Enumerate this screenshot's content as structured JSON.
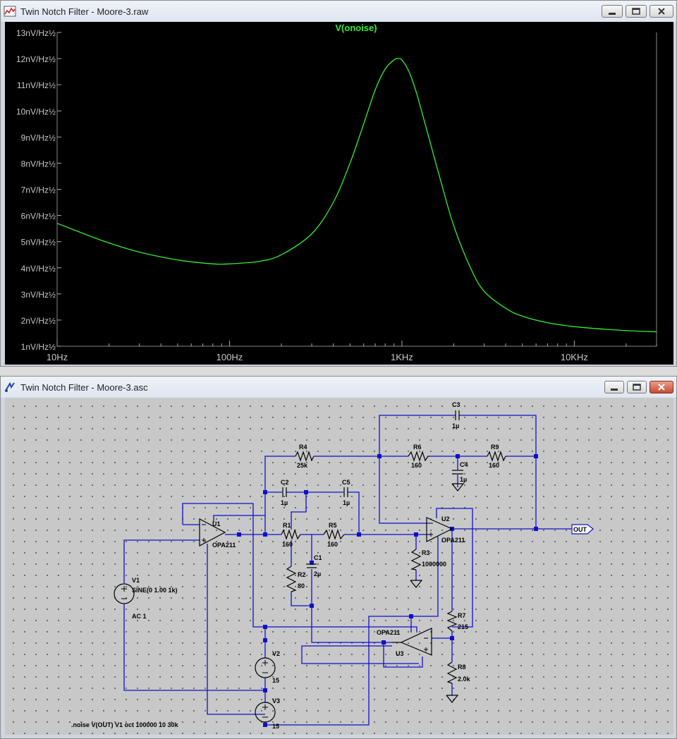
{
  "plot_window": {
    "title": "Twin Notch Filter - Moore-3.raw",
    "buttons": [
      "minimize",
      "maximize",
      "close"
    ]
  },
  "schematic_window": {
    "title": "Twin Notch Filter - Moore-3.asc",
    "buttons": [
      "minimize",
      "maximize",
      "close"
    ]
  },
  "chart_data": {
    "type": "line",
    "title": "V(onoise)",
    "xscale": "log",
    "xlim": [
      10,
      30000
    ],
    "ylim": [
      1,
      13
    ],
    "x_ticks": [
      "10Hz",
      "100Hz",
      "1KHz",
      "10KHz"
    ],
    "x_tick_values": [
      10,
      100,
      1000,
      10000
    ],
    "y_ticks": [
      "1nV/Hz½",
      "2nV/Hz½",
      "3nV/Hz½",
      "4nV/Hz½",
      "5nV/Hz½",
      "6nV/Hz½",
      "7nV/Hz½",
      "8nV/Hz½",
      "9nV/Hz½",
      "10nV/Hz½",
      "11nV/Hz½",
      "12nV/Hz½",
      "13nV/Hz½"
    ],
    "y_tick_values": [
      1,
      2,
      3,
      4,
      5,
      6,
      7,
      8,
      9,
      10,
      11,
      12,
      13
    ],
    "series_color": "#33ee33",
    "background": "#000000",
    "series": [
      {
        "name": "V(onoise)",
        "x": [
          10,
          15,
          20,
          30,
          50,
          80,
          100,
          150,
          200,
          300,
          400,
          500,
          600,
          700,
          800,
          900,
          950,
          1000,
          1100,
          1200,
          1300,
          1500,
          1700,
          2000,
          2500,
          3000,
          4000,
          5000,
          7000,
          10000,
          15000,
          20000,
          30000
        ],
        "y": [
          5.7,
          5.25,
          4.95,
          4.6,
          4.3,
          4.15,
          4.15,
          4.25,
          4.5,
          5.3,
          6.5,
          8.0,
          9.5,
          10.8,
          11.6,
          11.95,
          12.0,
          11.95,
          11.5,
          10.8,
          10.0,
          8.5,
          7.2,
          5.6,
          4.0,
          3.1,
          2.45,
          2.15,
          1.9,
          1.75,
          1.65,
          1.6,
          1.55
        ]
      }
    ]
  },
  "schematic": {
    "components": [
      {
        "ref": "C3",
        "value": "1µ"
      },
      {
        "ref": "R4",
        "value": "25k"
      },
      {
        "ref": "R6",
        "value": "160"
      },
      {
        "ref": "R9",
        "value": "160"
      },
      {
        "ref": "C4",
        "value": "1µ"
      },
      {
        "ref": "C2",
        "value": "1µ"
      },
      {
        "ref": "C5",
        "value": "1µ"
      },
      {
        "ref": "U1",
        "value": "OPA211"
      },
      {
        "ref": "U2",
        "value": "OPA211"
      },
      {
        "ref": "R1",
        "value": "160"
      },
      {
        "ref": "R5",
        "value": "160"
      },
      {
        "ref": "R3",
        "value": "1000000"
      },
      {
        "ref": "C1",
        "value": "2µ"
      },
      {
        "ref": "R2",
        "value": "80"
      },
      {
        "ref": "V1",
        "value": "SINE(0 1.00 1k)"
      },
      {
        "ref": "V1_ac",
        "value": "AC 1"
      },
      {
        "ref": "R7",
        "value": "215"
      },
      {
        "ref": "U3",
        "value": "OPA211"
      },
      {
        "ref": "V2",
        "value": "15"
      },
      {
        "ref": "R8",
        "value": "2.0k"
      },
      {
        "ref": "V3",
        "value": "15"
      }
    ],
    "out_label": "OUT",
    "directive": ".noise V(OUT) V1 oct 100000 10 30k",
    "wire_color": "#1010c8",
    "component_color": "#000000"
  }
}
